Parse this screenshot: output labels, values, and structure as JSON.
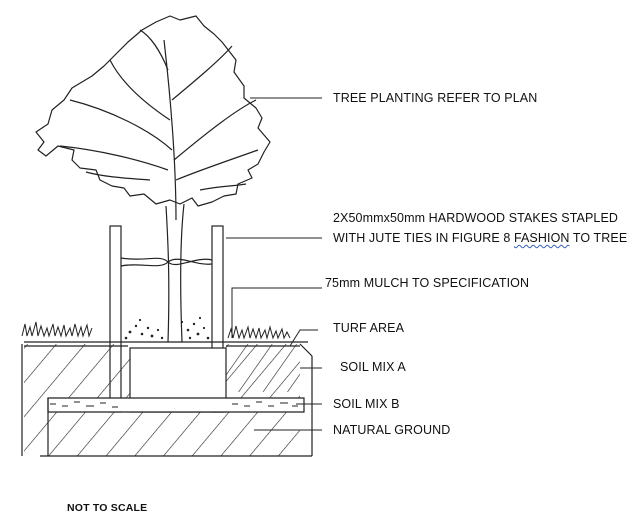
{
  "labels": {
    "tree": "TREE PLANTING REFER TO PLAN",
    "stakes_line1": "2X50mmx50mm HARDWOOD STAKES STAPLED",
    "stakes_line2_pre": "WITH JUTE TIES IN FIGURE 8 ",
    "stakes_line2_flagged": "FASHION",
    "stakes_line2_post": " TO TREE",
    "mulch": "75mm MULCH TO SPECIFICATION",
    "turf": "TURF AREA",
    "soil_a": "SOIL MIX A",
    "soil_b": "SOIL MIX B",
    "natural": "NATURAL GROUND"
  },
  "note": "NOT TO SCALE"
}
